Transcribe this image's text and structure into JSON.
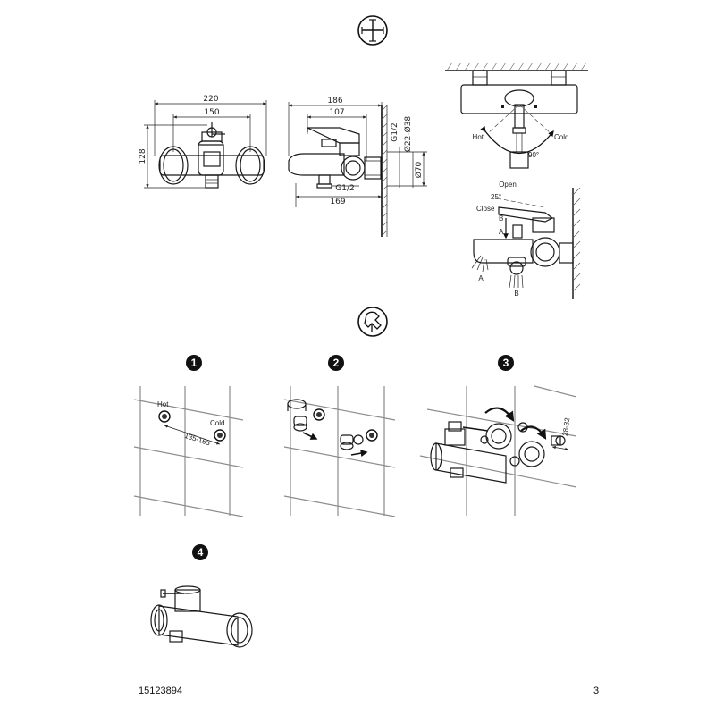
{
  "dimensions": {
    "front_width": "220",
    "front_centers": "150",
    "front_height": "128",
    "side_length": "186",
    "side_lever": "107",
    "side_inlet": "G1/2",
    "side_spout": "169",
    "side_thread": "G1/2",
    "side_escutcheon": "Ø22-Ø38",
    "side_diameter": "Ø70"
  },
  "lever_diagram": {
    "hot": "Hot",
    "cold": "Cold",
    "angle": "90°"
  },
  "diverter_diagram": {
    "open": "Open",
    "close": "Close",
    "angle": "25°",
    "b_upper": "B",
    "a_upper": "A",
    "a_lower": "A",
    "b_lower": "B"
  },
  "steps": [
    {
      "number": "1",
      "hot": "Hot",
      "cold": "Cold",
      "spacing": "135-165"
    },
    {
      "number": "2"
    },
    {
      "number": "3",
      "depth": "28-32"
    },
    {
      "number": "4"
    }
  ],
  "footer": {
    "code": "15123894",
    "page": "3"
  }
}
